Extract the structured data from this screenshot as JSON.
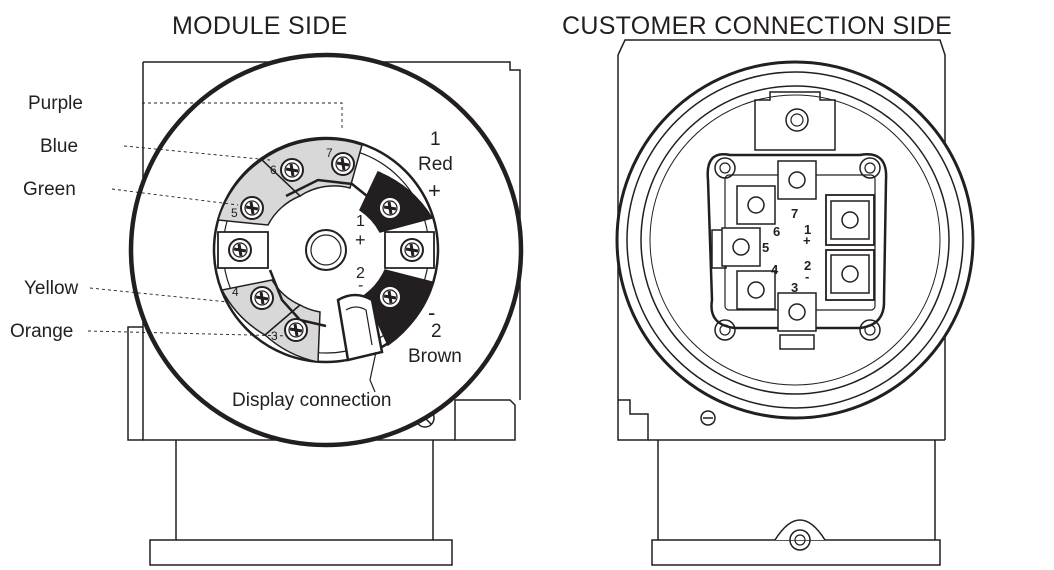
{
  "titles": {
    "module_side": "MODULE SIDE",
    "customer_side": "CUSTOMER CONNECTION SIDE"
  },
  "module_side": {
    "wire_labels": {
      "purple": "Purple",
      "blue": "Blue",
      "green": "Green",
      "yellow": "Yellow",
      "orange": "Orange"
    },
    "positive": {
      "number": "1",
      "color": "Red",
      "sign": "+"
    },
    "negative": {
      "number": "2",
      "color": "Brown",
      "sign": "-"
    },
    "display_connection": "Display connection",
    "terminal_numbers": [
      "7",
      "6",
      "5",
      "4",
      "3"
    ],
    "inner_labels": {
      "one": "1",
      "plus": "+",
      "two": "2",
      "minus": "-"
    }
  },
  "customer_side": {
    "terminal_numbers": [
      "7",
      "6",
      "5",
      "4",
      "3"
    ],
    "polarity": {
      "one": "1",
      "plus": "+",
      "two": "2",
      "minus": "-"
    }
  }
}
